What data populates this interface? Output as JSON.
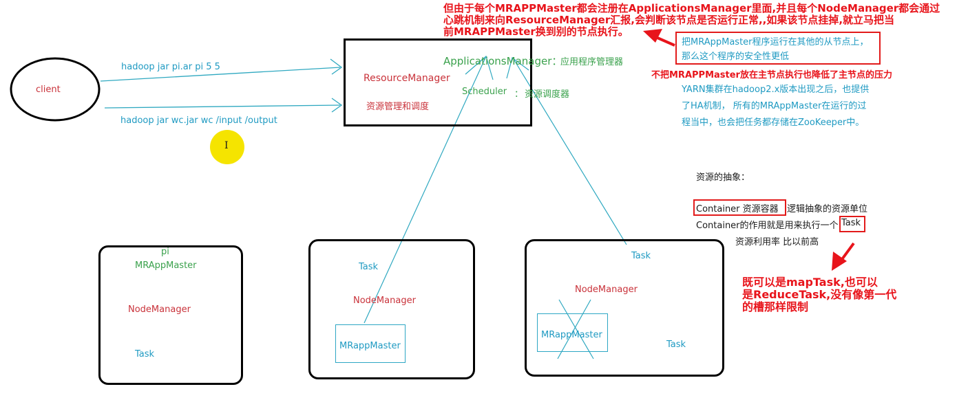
{
  "client": {
    "label": "client"
  },
  "commands": {
    "pi": "hadoop jar pi.ar pi 5 5",
    "wc": "hadoop jar wc.jar wc /input /output"
  },
  "resource_manager": {
    "title": "ResourceManager",
    "subtitle": "资源管理和调度",
    "applications_manager": "ApplicationsManager：",
    "applications_manager_desc": "应用程序管理器",
    "scheduler": "Scheduler",
    "scheduler_sep": "：",
    "scheduler_desc": "资源调度器"
  },
  "annotations": {
    "top_red": [
      "但由于每个MRAPPMaster都会注册在ApplicationsManager里面,并且每个NodeManager都会通过",
      "心跳机制来向ResourceManager汇报,会判断该节点是否运行正常,,如果该节点挂掉,就立马把当",
      "前MRAPPMaster换到别的节点执行。"
    ],
    "boxed_blue": [
      "把MRAppMaster程序运行在其他的从节点上，",
      "那么这个程序的安全性更低"
    ],
    "red_pressure": "不把MRAPPMaster放在主节点执行也降低了主节点的压力",
    "yarn_ha": [
      "YARN集群在hadoop2.x版本出现之后，也提供",
      "了HA机制， 所有的MRAppMaster在运行的过",
      "程当中，也会把任务都存储在ZooKeeper中。"
    ],
    "abstraction_title": "资源的抽象：",
    "container_label": "Container  资源容器",
    "container_desc": "逻辑抽象的资源单位",
    "container_role": "Container的作用就是用来执行一个",
    "task_word": "Task",
    "utilization": "资源利用率  比以前高",
    "map_reduce": [
      "既可以是mapTask,也可以",
      "是ReduceTask,没有像第一代",
      "的槽那样限制"
    ]
  },
  "nodes": {
    "node1": {
      "pi": "pi",
      "master": "MRAppMaster",
      "manager": "NodeManager",
      "task": "Task"
    },
    "node2": {
      "task": "Task",
      "manager": "NodeManager",
      "master": "MRappMaster"
    },
    "node3": {
      "task_top": "Task",
      "manager": "NodeManager",
      "master": "MRappMaster",
      "task_bottom": "Task"
    }
  },
  "cursor": {
    "glyph": "I"
  },
  "colors": {
    "red": "#e8141b",
    "blue": "#1f9ac2",
    "green": "#3aa14c",
    "dark_red": "#c9323a",
    "highlight": "#f5e400"
  }
}
